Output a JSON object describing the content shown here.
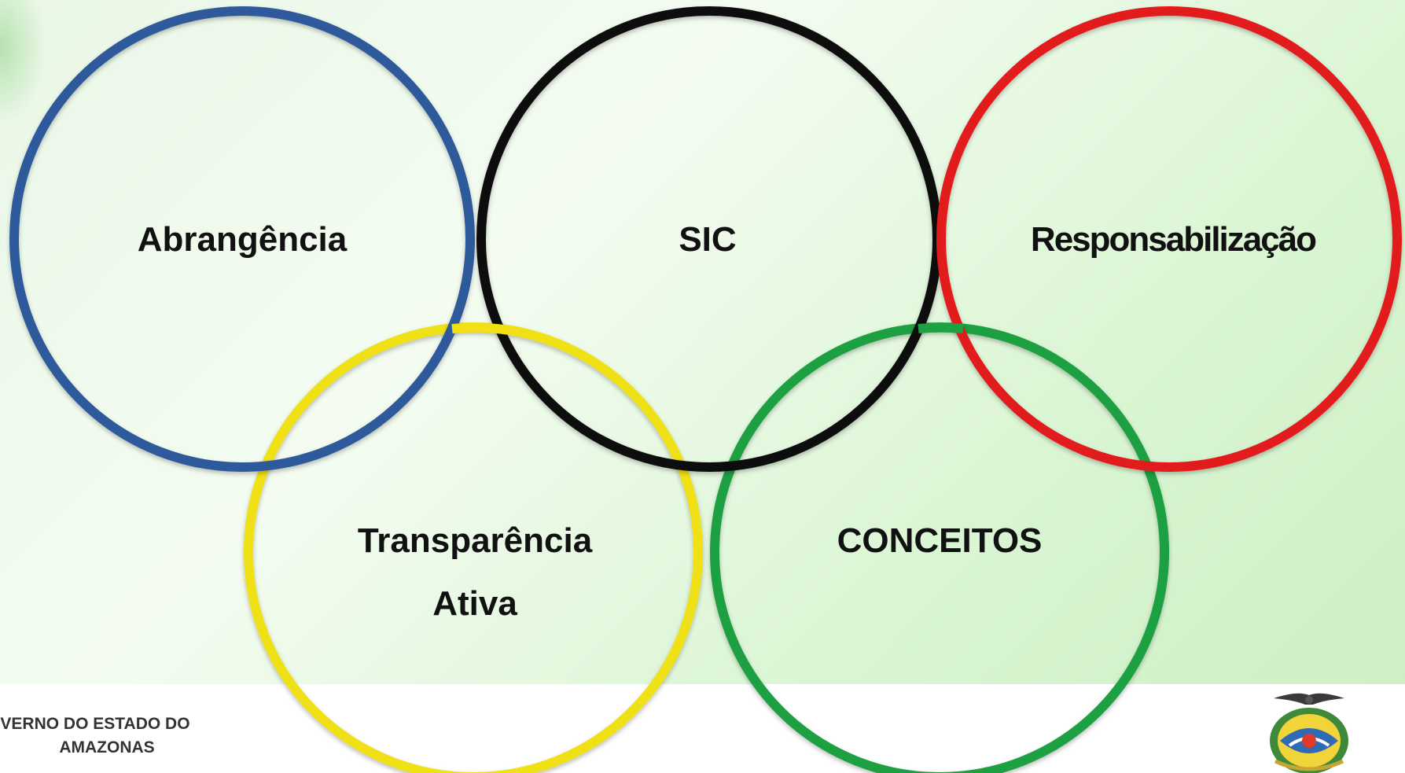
{
  "rings": [
    {
      "id": "blue",
      "label": "Abrangência",
      "color": "#2e5a9c"
    },
    {
      "id": "black",
      "label": "SIC",
      "color": "#111111"
    },
    {
      "id": "red",
      "label": "Responsabilização",
      "color": "#e21a1a"
    },
    {
      "id": "yellow",
      "label_lines": [
        "Transparência",
        "Ativa"
      ],
      "color": "#f0e014"
    },
    {
      "id": "green",
      "label": "CONCEITOS",
      "color": "#1fa043"
    }
  ],
  "footer": {
    "org_line1": "VERNO DO ESTADO DO",
    "org_line2": "AMAZONAS",
    "emblem": "amazonas-coat-of-arms-icon"
  }
}
